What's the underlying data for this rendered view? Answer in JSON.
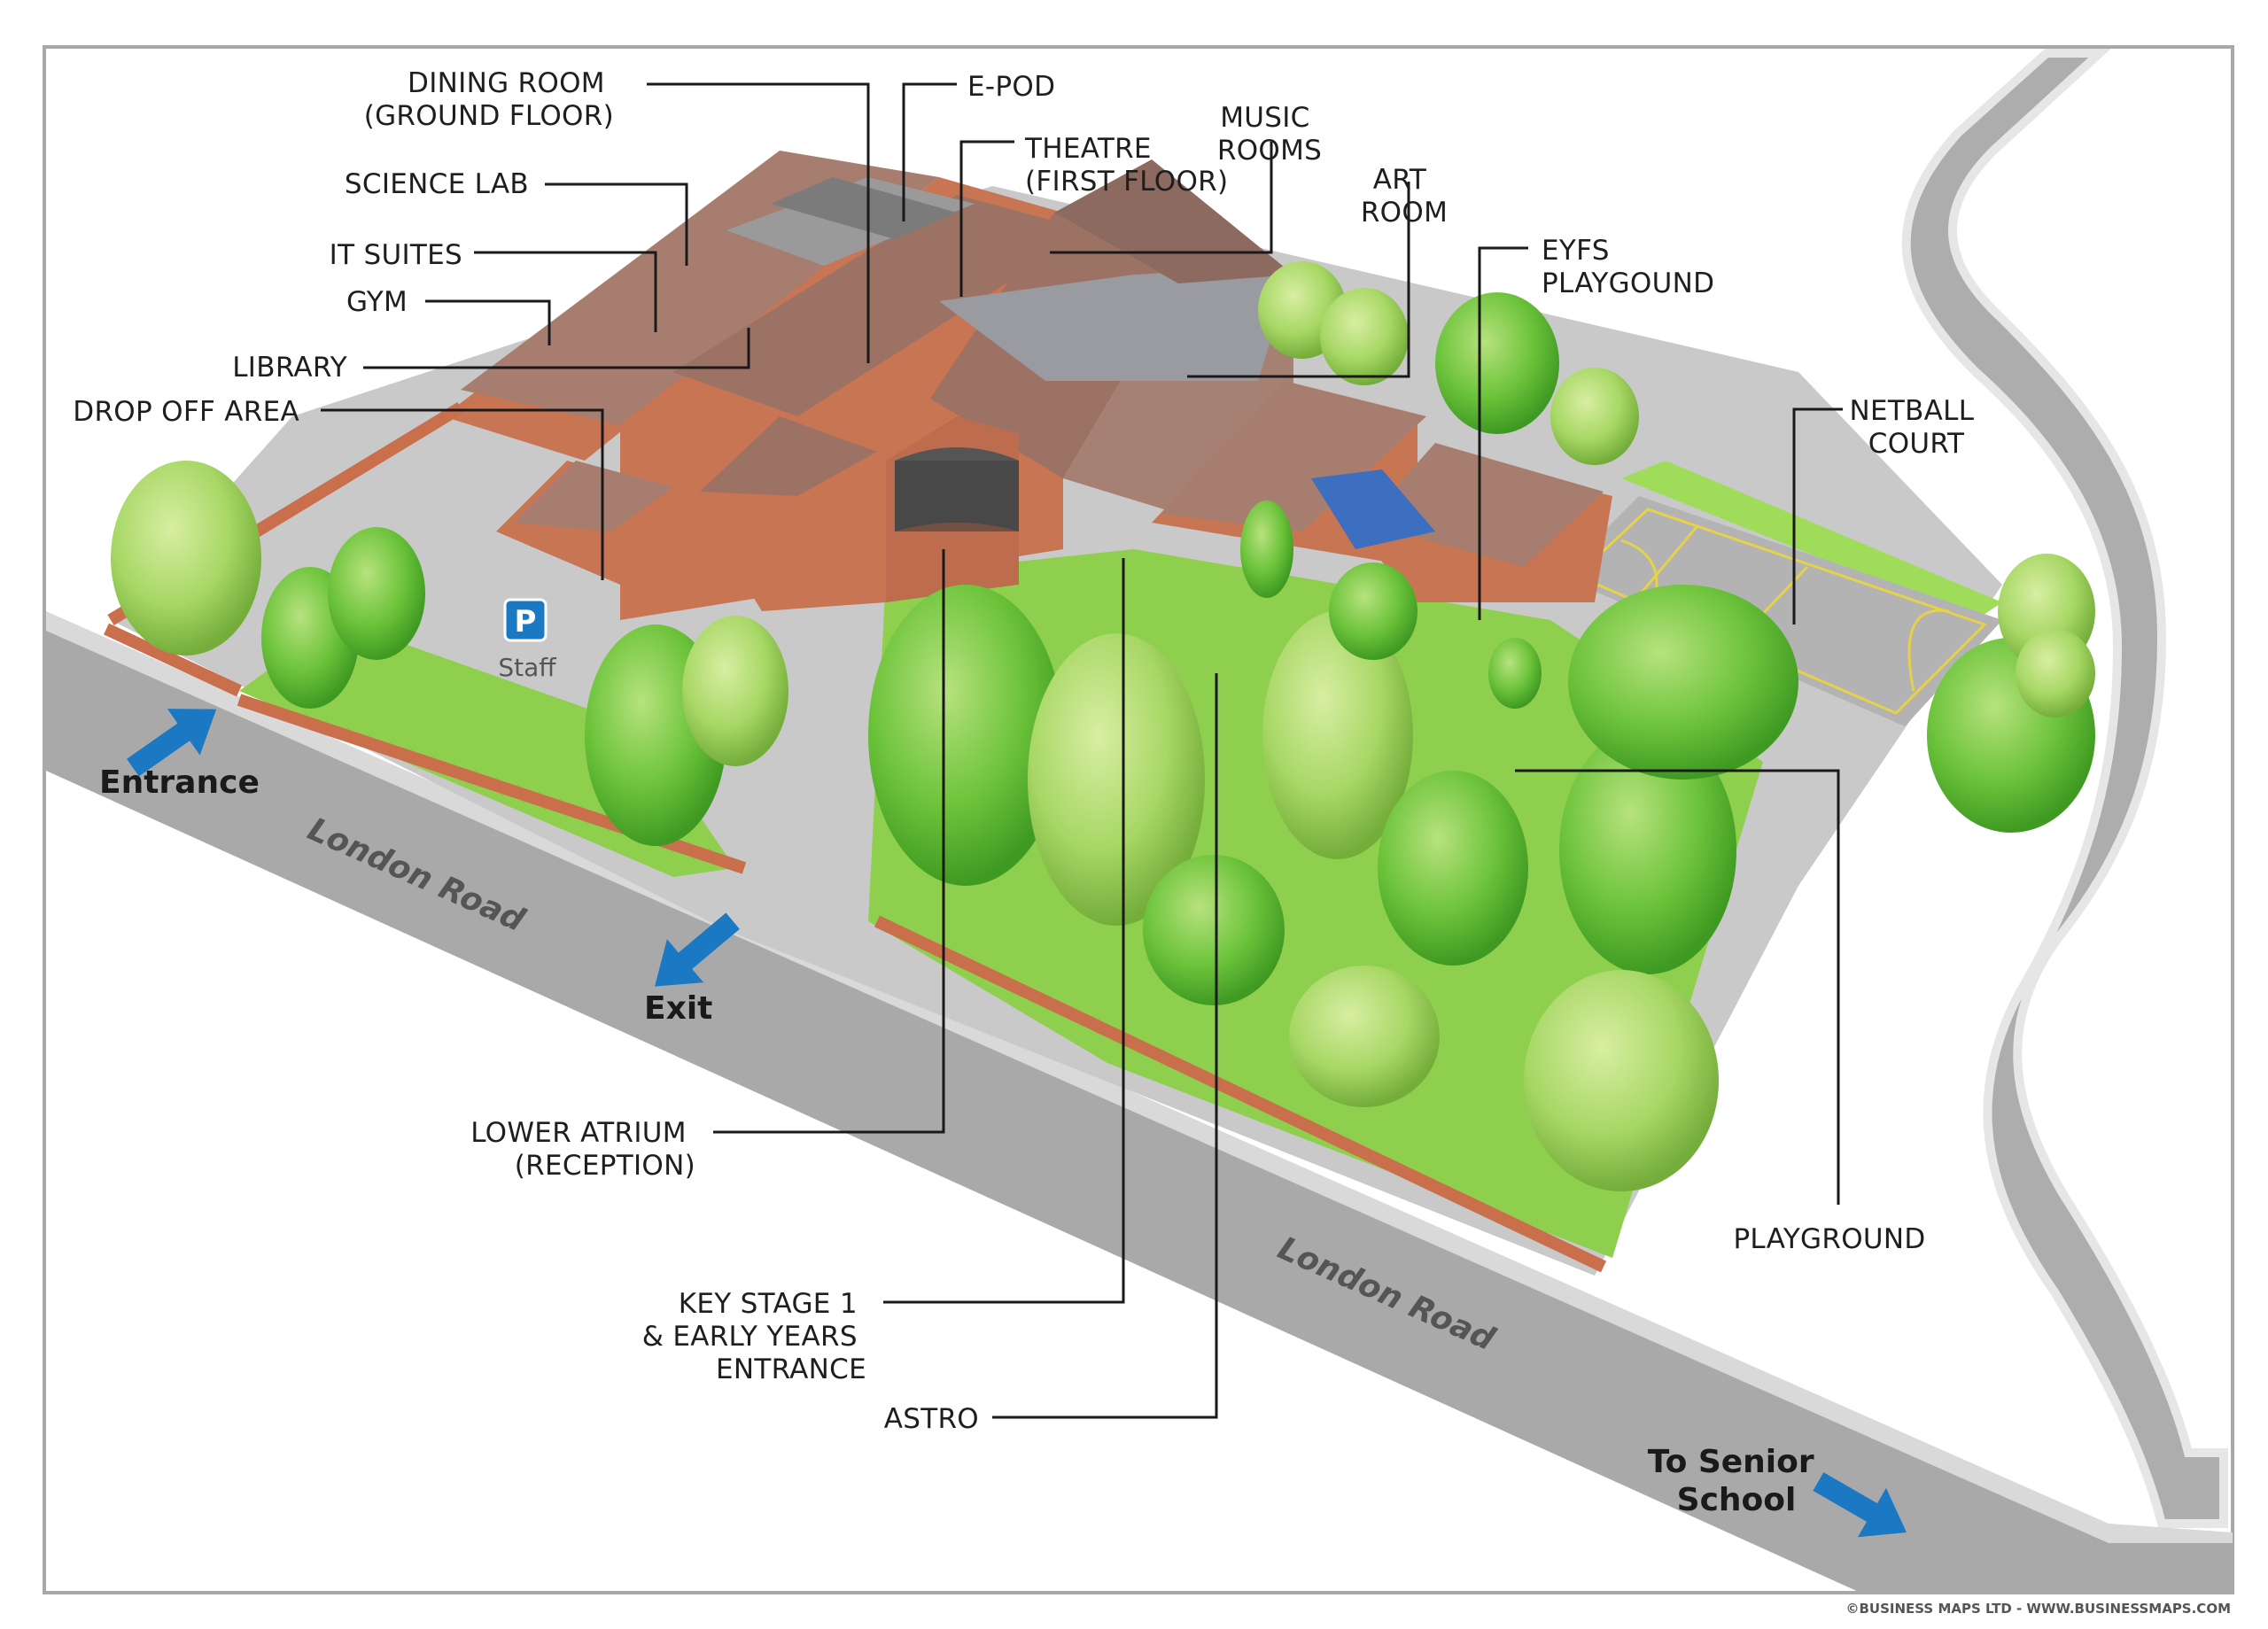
{
  "labels": {
    "dining_room": [
      "DINING ROOM",
      "(GROUND FLOOR)"
    ],
    "e_pod": "E-POD",
    "theatre": [
      "THEATRE",
      "(FIRST FLOOR)"
    ],
    "music_rooms": [
      "MUSIC",
      "ROOMS"
    ],
    "art_room": [
      "ART",
      "ROOM"
    ],
    "eyfs_playground": [
      "EYFS",
      "PLAYGOUND"
    ],
    "science_lab": "SCIENCE LAB",
    "it_suites": "IT SUITES",
    "gym": "GYM",
    "library": "LIBRARY",
    "drop_off_area": "DROP OFF AREA",
    "netball_court": [
      "NETBALL",
      "COURT"
    ],
    "lower_atrium": [
      "LOWER ATRIUM",
      "(RECEPTION)"
    ],
    "key_stage_1": [
      "KEY STAGE 1",
      "& EARLY YEARS",
      "ENTRANCE"
    ],
    "astro": "ASTRO",
    "playground": "PLAYGROUND"
  },
  "parking": {
    "symbol": "P",
    "label": "Staff"
  },
  "directions": {
    "entrance": "Entrance",
    "exit": "Exit",
    "to_senior_school": [
      "To Senior",
      "School"
    ]
  },
  "roads": {
    "london_road": "London Road"
  },
  "copyright": "©BUSINESS MAPS LTD - WWW.BUSINESSMAPS.COM",
  "colors": {
    "arrow_blue": "#1b78c2",
    "grass": "#8fcf4e",
    "road": "#a9a9a9",
    "brick": "#c87554",
    "roof": "#a67d6f",
    "tree": "#6cc33a"
  }
}
